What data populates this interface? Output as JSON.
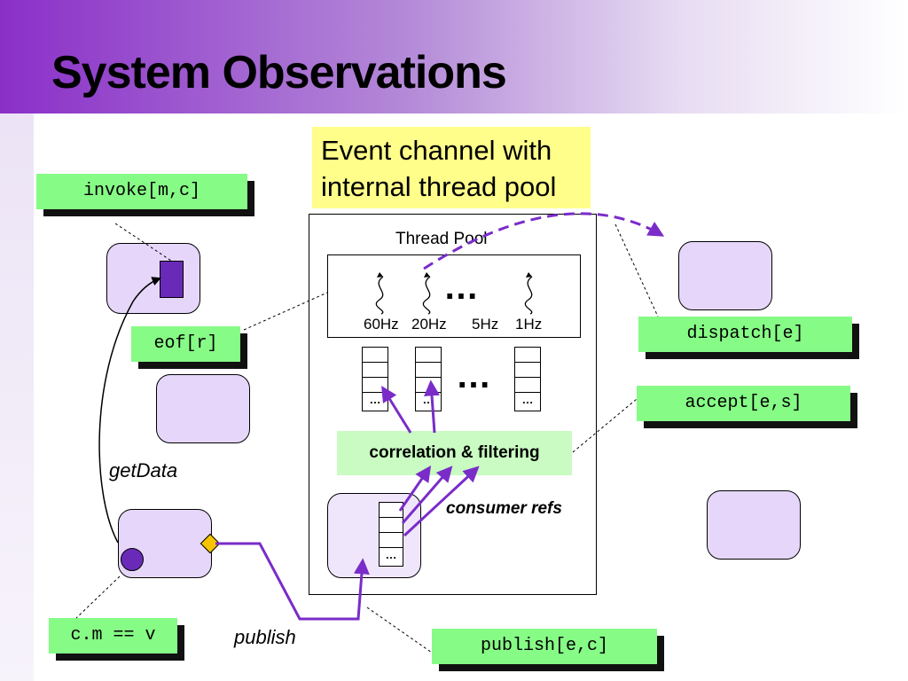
{
  "title": "System Observations",
  "note": {
    "line1": "Event channel with",
    "line2": "internal thread pool"
  },
  "thread_pool": {
    "label": "Thread Pool",
    "rates": [
      "60Hz",
      "20Hz",
      "5Hz",
      "1Hz"
    ],
    "ellipsis": "…"
  },
  "queues": {
    "cell_marker": "…",
    "ellipsis": "…"
  },
  "correlation_label": "correlation & filtering",
  "consumer_refs_label": "consumer refs",
  "edge_labels": {
    "getData": "getData",
    "publish": "publish"
  },
  "tags": {
    "invoke": "invoke[m,c]",
    "eof": "eof[r]",
    "dispatch": "dispatch[e]",
    "accept": "accept[e,s]",
    "condition": "c.m == v",
    "publish": "publish[e,c]"
  },
  "colors": {
    "title_gradient_start": "#8a2fc8",
    "component_fill": "#e6d7fa",
    "label_fill": "#86fb86",
    "note_fill": "#fffe8a",
    "arrow": "#7a2cc8",
    "port": "#f6c400"
  }
}
